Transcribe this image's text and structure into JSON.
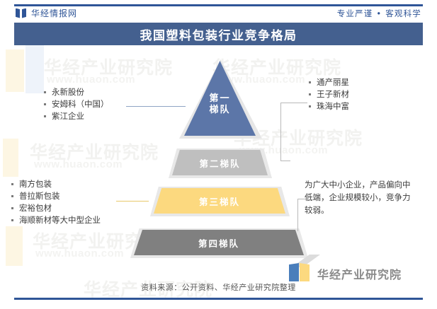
{
  "header": {
    "brand": "华经情报网",
    "logo_icon": "book-logo-icon",
    "tagline": "专业严谨 • 客观科学"
  },
  "title": "我国塑料包装行业竞争格局",
  "pyramid": {
    "tiers": [
      {
        "label": "第一梯队",
        "label_line1": "第一",
        "label_line2": "梯队",
        "color": "#5c76a8"
      },
      {
        "label": "第二梯队",
        "color": "#bfbfbf"
      },
      {
        "label": "第三梯队",
        "color": "#fcd97f"
      },
      {
        "label": "第四梯队",
        "color": "#808080"
      }
    ]
  },
  "annotations": {
    "top_left": {
      "items": [
        "永新股份",
        "安姆科（中国）",
        "紫江企业"
      ]
    },
    "top_right": {
      "items": [
        "通产丽星",
        "王子新材",
        "珠海中富"
      ]
    },
    "bottom_left": {
      "items": [
        "南方包装",
        "普拉斯包装",
        "宏裕包材",
        "海顺新材等大中型企业"
      ]
    },
    "bottom_right": {
      "text": "为广大中小企业，产品偏向中低端，企业规模较小，竞争力较弱。"
    }
  },
  "footer": {
    "source": "资料来源：公开资料、华经产业研究院整理",
    "logo_text": "华经产业研究院"
  },
  "watermarks": {
    "brand": "华经产业研究院",
    "url": "www.huaon.com"
  },
  "colors": {
    "accent_blue": "#2f5597",
    "title_band": "#44608f",
    "tier1": "#5c76a8",
    "tier2": "#bfbfbf",
    "tier3": "#fcd97f",
    "tier4": "#808080"
  }
}
